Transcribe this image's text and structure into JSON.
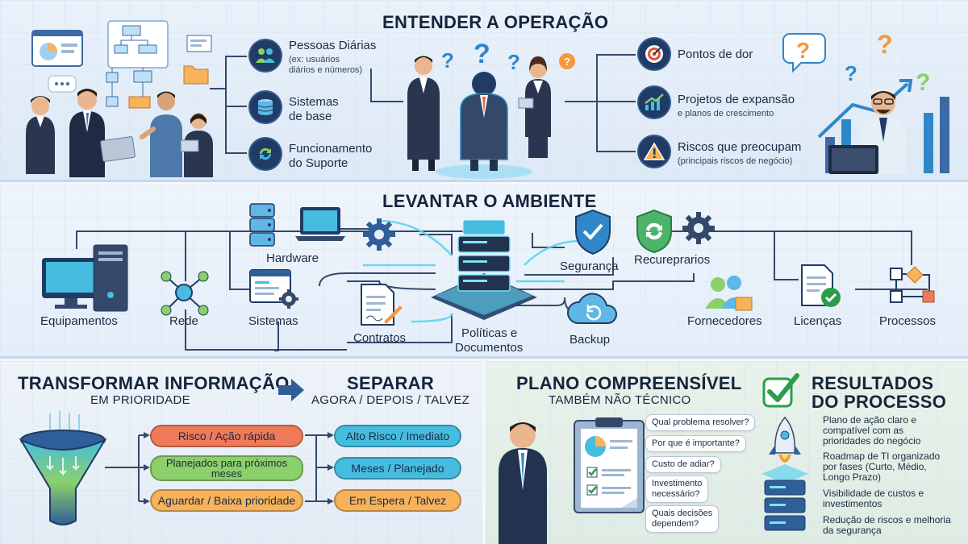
{
  "sec1": {
    "title": "ENTENDER A OPERAÇÃO",
    "left_items": [
      {
        "label": "Pessoas Diárias",
        "sub": "(ex: usuários",
        "sub2": "diários e números)",
        "icon": "users-icon"
      },
      {
        "label": "Sistemas",
        "label2": "de base",
        "icon": "database-icon"
      },
      {
        "label": "Funcionamento",
        "label2": "do Suporte",
        "icon": "refresh-icon"
      }
    ],
    "right_items": [
      {
        "label": "Pontos de dor",
        "icon": "target-icon"
      },
      {
        "label": "Projetos de expansão",
        "sub": "e planos de crescimento",
        "icon": "growth-chart-icon"
      },
      {
        "label": "Riscos que preocupam",
        "sub": "(principais riscos de negócio)",
        "icon": "warning-icon"
      }
    ],
    "question_mark": "?"
  },
  "sec2": {
    "title": "LEVANTAR O AMBIENTE",
    "labels": {
      "equipamentos": "Equipamentos",
      "rede": "Rede",
      "hardware": "Hardware",
      "sistemas": "Sistemas",
      "contratos": "Contratos",
      "politicas": "Políticas e",
      "politicas2": "Documentos",
      "seguranca": "Segurança",
      "recuperarios": "Recureprarios",
      "backup": "Backup",
      "fornecedores": "Fornecedores",
      "licencas": "Licenças",
      "processos": "Processos"
    }
  },
  "sec3": {
    "title": "TRANSFORMAR INFORMAÇÃO",
    "subtitle": "EM PRIORIDADE",
    "title2": "SEPARAR",
    "subtitle2": "AGORA / DEPOIS / TALVEZ",
    "left_pills": [
      "Risco / Ação rápida",
      "Planejados para próximos",
      "meses",
      "Aguardar / Baixa prioridade"
    ],
    "right_pills": [
      "Alto Risco / Imediato",
      "Meses / Planejado",
      "Em Espera / Talvez"
    ]
  },
  "sec4": {
    "title": "PLANO COMPREENSÍVEL",
    "subtitle": "TAMBÉM NÃO TÉCNICO",
    "questions": [
      "Qual problema resolver?",
      "Por que é importante?",
      "Custo de adiar?",
      "Investimento",
      "necessário?",
      "Quais decisões",
      "dependem?"
    ],
    "results_title": "RESULTADOS",
    "results_title2": "DO PROCESSO",
    "results": [
      [
        "Plano de ação claro e",
        "compatível com as",
        "prioridades do negócio"
      ],
      [
        "Roadmap de TI organizado",
        "por fases (Curto, Médio,",
        "Longo Prazo)"
      ],
      [
        "Visibilidade de custos e",
        "investimentos"
      ],
      [
        "Redução de riscos e melhoria",
        "da segurança"
      ]
    ]
  },
  "colors": {
    "navy": "#1f3b66",
    "accent": "#2f87c9",
    "check": "#2a9d4b",
    "red": "#ef7a59",
    "green": "#8bd06a",
    "orange": "#f7b25a",
    "blue": "#46bde0"
  }
}
